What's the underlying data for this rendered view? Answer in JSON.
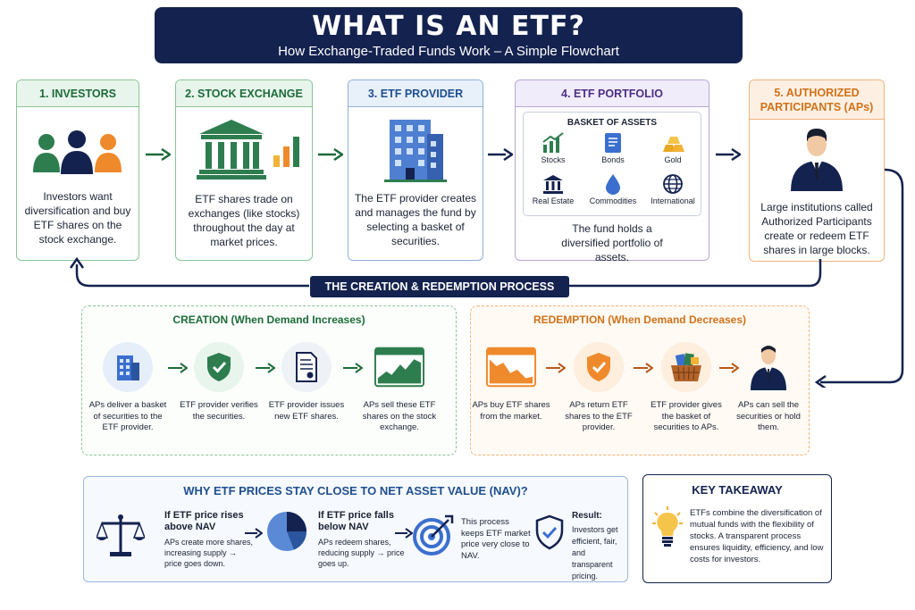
{
  "header": {
    "title": "WHAT IS AN ETF?",
    "subtitle": "How Exchange-Traded Funds Work – A Simple Flowchart"
  },
  "steps": [
    {
      "title": "1. INVESTORS",
      "description": "Investors want diversification and buy ETF shares on the stock exchange."
    },
    {
      "title": "2. STOCK EXCHANGE",
      "description": "ETF shares trade on exchanges (like stocks) throughout the day at market prices."
    },
    {
      "title": "3. ETF PROVIDER",
      "description": "The ETF provider creates and manages the fund by selecting a basket of securities."
    },
    {
      "title": "4. ETF PORTFOLIO",
      "description": "The fund holds a diversified portfolio of assets."
    },
    {
      "title": "5. AUTHORIZED PARTICIPANTS (APs)",
      "description": "Large institutions called Authorized Participants create or redeem ETF shares in large blocks."
    }
  ],
  "portfolio": {
    "basket_title": "BASKET OF ASSETS",
    "assets": [
      "Stocks",
      "Bonds",
      "Gold",
      "Real Estate",
      "Commodities",
      "International"
    ]
  },
  "process_bar": "THE CREATION & REDEMPTION PROCESS",
  "creation": {
    "title": "CREATION (When Demand Increases)",
    "items": [
      "APs deliver a basket of securities to the ETF provider.",
      "ETF provider verifies the securities.",
      "ETF provider issues new ETF shares.",
      "APs sell these ETF shares on the stock exchange."
    ]
  },
  "redemption": {
    "title": "REDEMPTION (When Demand Decreases)",
    "items": [
      "APs buy ETF shares from the market.",
      "APs return ETF shares to the ETF provider.",
      "ETF provider gives the basket of securities to APs.",
      "APs can sell the securities or hold them."
    ]
  },
  "nav": {
    "title": "WHY ETF PRICES STAY CLOSE TO NET ASSET VALUE (NAV)?",
    "above_head": "If ETF price rises above NAV",
    "above_text": "APs create more shares, increasing supply → price goes down.",
    "below_head": "If ETF price falls below NAV",
    "below_text": "APs redeem shares, reducing supply → price goes up.",
    "process_text": "This process keeps ETF market price very close to NAV.",
    "result_head": "Result:",
    "result_text": "Investors get efficient, fair, and transparent pricing."
  },
  "takeaway": {
    "title": "KEY TAKEAWAY",
    "text": "ETFs combine the diversification of mutual funds with the flexibility of stocks. A transparent process ensures liquidity, efficiency, and low costs for investors."
  },
  "colors": {
    "navy": "#14224f",
    "green": "#1d6b3a",
    "blue": "#1e4f8f",
    "purple": "#4b2f86",
    "orange": "#d0721a"
  }
}
